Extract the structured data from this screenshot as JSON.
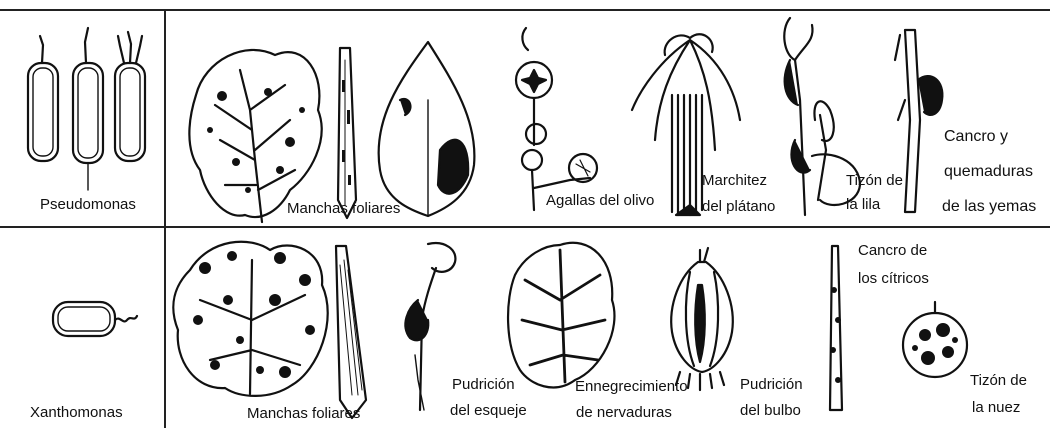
{
  "rows": [
    {
      "genus": "Pseudomonas",
      "diseases": [
        "Manchas foliares",
        "Agallas del olivo",
        "Marchitez del plátano",
        "Tizón de la lila",
        "Cancro y quemaduras de las yemas"
      ]
    },
    {
      "genus": "Xanthomonas",
      "diseases": [
        "Manchas foliares",
        "Pudrición del esqueje",
        "Ennegrecimiento de nervaduras",
        "Pudrición del bulbo",
        "Cancro de los cítricos",
        "Tizón de la nuez"
      ]
    }
  ],
  "labels": {
    "pseudomonas": "Pseudomonas",
    "manchas_1": "Manchas foliares",
    "agallas": "Agallas del olivo",
    "marchitez_1": "Marchitez",
    "marchitez_2": "del plátano",
    "tizon_lila_1": "Tizón de",
    "tizon_lila_2": "la lila",
    "cancro_1": "Cancro y",
    "cancro_2": "quemaduras",
    "cancro_3": "de las yemas",
    "xanthomonas": "Xanthomonas",
    "manchas_2": "Manchas  foliares",
    "pudricion_esq_1": "Pudrición",
    "pudricion_esq_2": "del esqueje",
    "ennegrec_1": "Ennegrecimiento",
    "ennegrec_2": "de nervaduras",
    "pudricion_bulbo_1": "Pudrición",
    "pudricion_bulbo_2": "del bulbo",
    "cancro_citricos_1": "Cancro de",
    "cancro_citricos_2": "los cítricos",
    "tizon_nuez_1": "Tizón de",
    "tizon_nuez_2": "la nuez"
  }
}
